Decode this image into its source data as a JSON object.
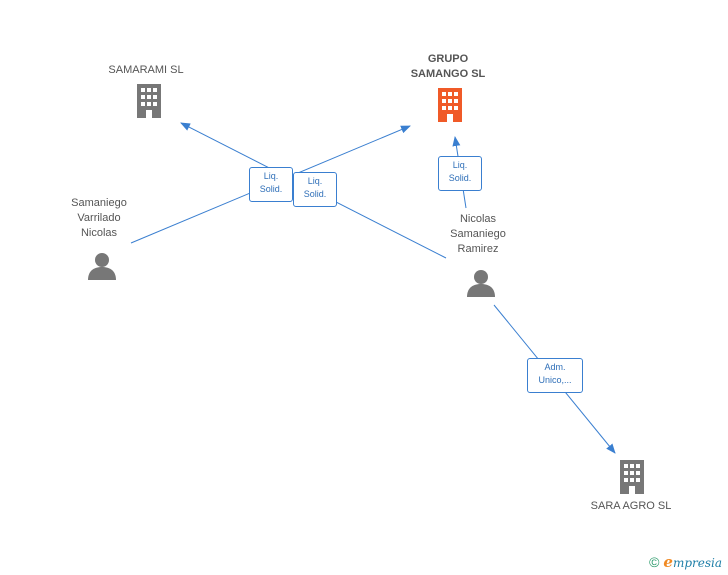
{
  "colors": {
    "edge": "#3a7fd0",
    "company_icon": "#777777",
    "company_icon_highlight": "#f05a28",
    "person_icon": "#777777"
  },
  "nodes": {
    "samarami": {
      "label": "SAMARAMI SL",
      "icon": "building-icon"
    },
    "grupo_samango": {
      "label_line1": "GRUPO",
      "label_line2": "SAMANGO SL",
      "icon": "building-icon",
      "highlight": true
    },
    "samaniego_varrilado": {
      "label_line1": "Samaniego",
      "label_line2": "Varrilado",
      "label_line3": "Nicolas",
      "icon": "person-icon"
    },
    "nicolas_samaniego": {
      "label_line1": "Nicolas",
      "label_line2": "Samaniego",
      "label_line3": "Ramirez",
      "icon": "person-icon"
    },
    "sara_agro": {
      "label": "SARA AGRO SL",
      "icon": "building-icon"
    }
  },
  "edges": {
    "e1": {
      "line1": "Liq.",
      "line2": "Solid."
    },
    "e2": {
      "line1": "Liq.",
      "line2": "Solid."
    },
    "e3": {
      "line1": "Liq.",
      "line2": "Solid."
    },
    "e4": {
      "line1": "Adm.",
      "line2": "Unico,..."
    }
  },
  "footer": {
    "copyright_symbol": "©",
    "brand_first": "e",
    "brand_rest": "mpresia"
  }
}
